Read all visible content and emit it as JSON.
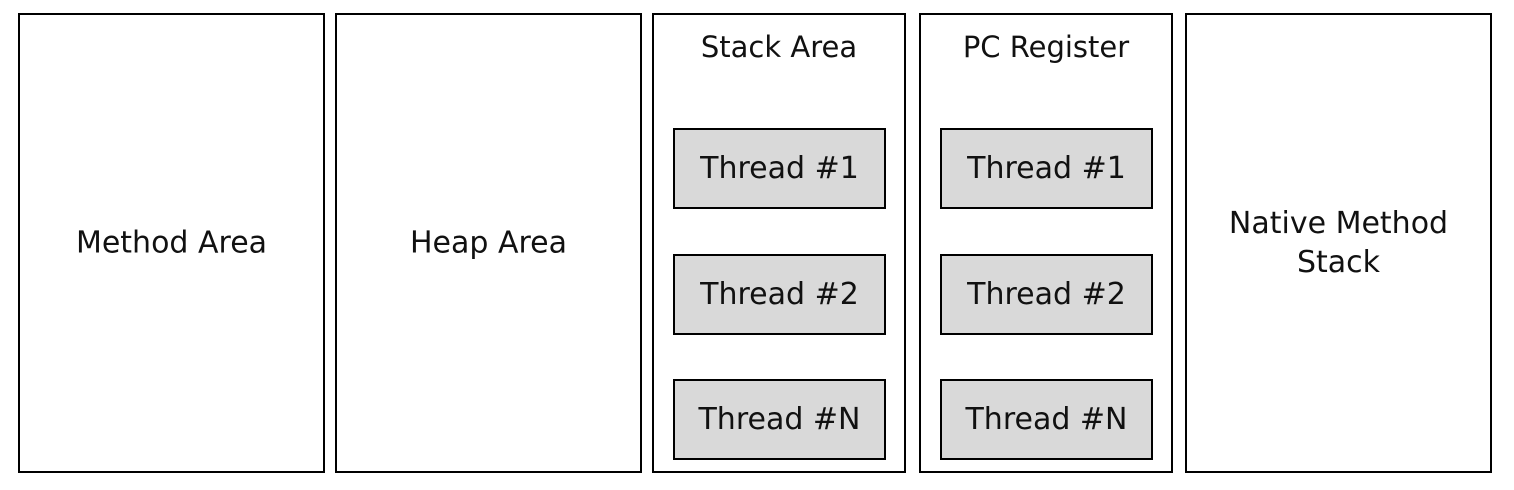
{
  "areas": {
    "method_area": "Method Area",
    "heap_area": "Heap Area",
    "stack_area": {
      "title": "Stack Area",
      "threads": [
        "Thread #1",
        "Thread #2",
        "Thread #N"
      ]
    },
    "pc_register": {
      "title": "PC Register",
      "threads": [
        "Thread #1",
        "Thread #2",
        "Thread #N"
      ]
    },
    "native_method_stack": {
      "line1": "Native Method",
      "line2": "Stack"
    }
  },
  "colors": {
    "border": "#000000",
    "thread_fill": "#d9d9d9",
    "background": "#ffffff"
  }
}
